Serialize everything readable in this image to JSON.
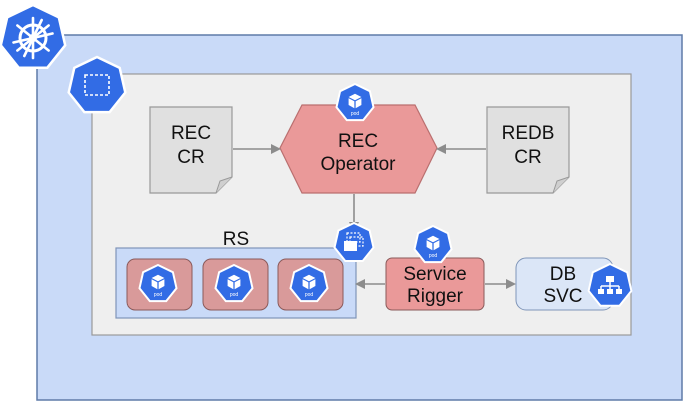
{
  "colors": {
    "cluster_fill": "#c9daf8",
    "cluster_stroke": "#5f7ba8",
    "namespace_fill": "#efefef",
    "namespace_stroke": "#999999",
    "k8s_blue": "#326ce5",
    "doc_fill": "#e0e0e0",
    "operator_fill": "#ea9999",
    "operator_stroke": "#ba6f6f",
    "pod_box_fill": "#d99a9a",
    "pod_box_stroke": "#8a5a5a",
    "service_fill": "#dbe6f7",
    "arrow": "#8c8c8c"
  },
  "icons": {
    "cluster": "kubernetes-helm-wheel-icon",
    "namespace": "namespace-icon",
    "pod": "pod-icon",
    "replicaset": "replicaset-icon",
    "service": "service-icon"
  },
  "rec_cr": {
    "line1": "REC",
    "line2": "CR"
  },
  "redb_cr": {
    "line1": "REDB",
    "line2": "CR"
  },
  "operator": {
    "line1": "REC",
    "line2": "Operator"
  },
  "rs": {
    "label": "RS"
  },
  "service_rigger": {
    "line1": "Service",
    "line2": "Rigger"
  },
  "db_svc": {
    "line1": "DB",
    "line2": "SVC"
  },
  "pod_label": "pod"
}
